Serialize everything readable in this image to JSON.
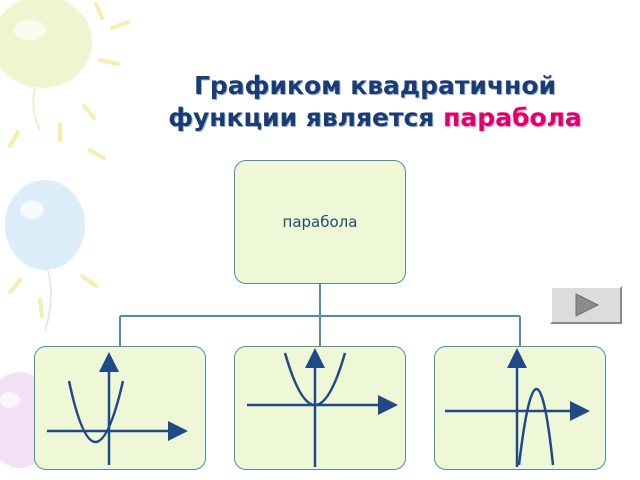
{
  "slide": {
    "title_line1": "Графиком квадратичной",
    "title_line2_prefix": "функции является",
    "title_accent": "парабола"
  },
  "diagram": {
    "root_label": "парабола",
    "children": [
      "graph-upward-parabola-shifted-left",
      "graph-upward-parabola-centered",
      "graph-downward-parabola-shifted-right"
    ]
  },
  "navigation": {
    "next_icon": "play-right-icon"
  },
  "colors": {
    "title": "#1a3b73",
    "accent": "#e0006a",
    "box_fill": "#eef7d6",
    "box_border": "#4f8fa8",
    "curve": "#1f4a86"
  }
}
